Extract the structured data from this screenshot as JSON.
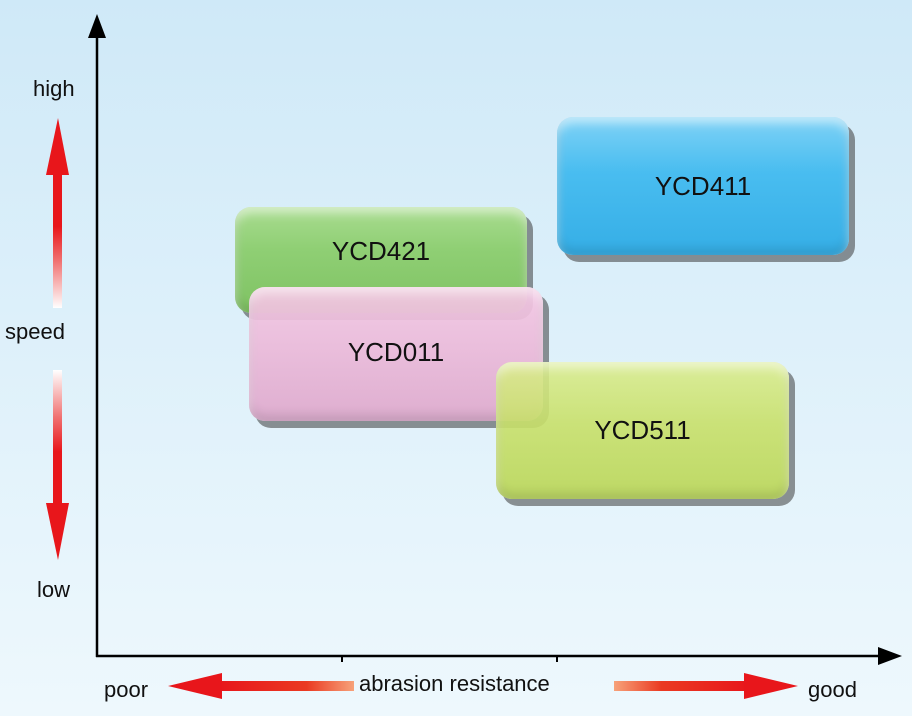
{
  "y_axis": {
    "high_label": "high",
    "mid_label": "speed",
    "low_label": "low"
  },
  "x_axis": {
    "left_label": "poor",
    "mid_label": "abrasion resistance",
    "right_label": "good"
  },
  "products": [
    {
      "name": "YCD421",
      "color": "#8fcf74"
    },
    {
      "name": "YCD011",
      "color": "#eab8d8"
    },
    {
      "name": "YCD411",
      "color": "#49bdf0"
    },
    {
      "name": "YCD511",
      "color": "#c8e06a"
    }
  ],
  "arrow_color": "#e8161b"
}
